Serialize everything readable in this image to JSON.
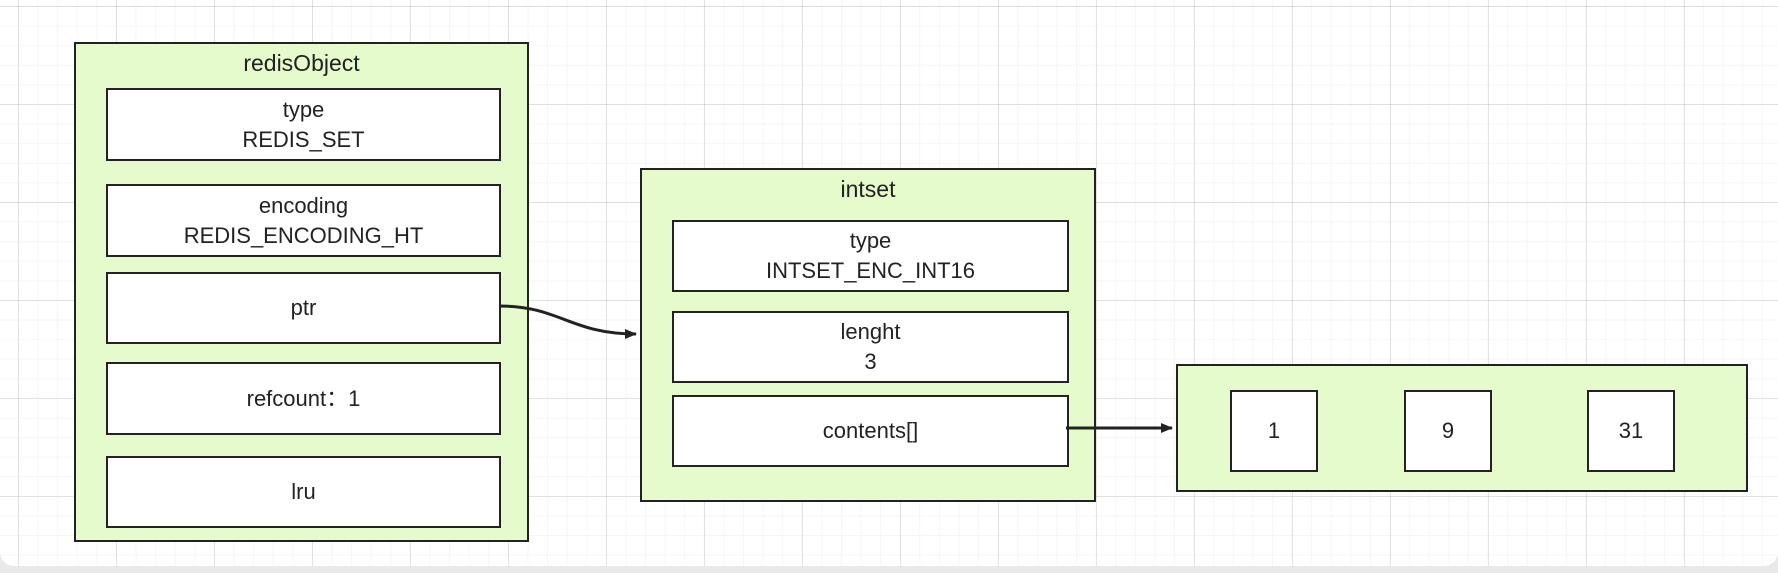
{
  "colors": {
    "box_fill": "#e6fbcb",
    "stroke": "#222222",
    "field_fill": "#ffffff"
  },
  "redis_object": {
    "title": "redisObject",
    "fields": {
      "type": {
        "name": "type",
        "value": "REDIS_SET"
      },
      "encoding": {
        "name": "encoding",
        "value": "REDIS_ENCODING_HT"
      },
      "ptr": {
        "name": "ptr"
      },
      "refcount": {
        "name": "refcount：1"
      },
      "lru": {
        "name": "lru"
      }
    }
  },
  "intset": {
    "title": "intset",
    "fields": {
      "type": {
        "name": "type",
        "value": "INTSET_ENC_INT16"
      },
      "length": {
        "name": "lenght",
        "value": "3"
      },
      "contents": {
        "name": "contents[]"
      }
    }
  },
  "contents_array": {
    "items": [
      "1",
      "9",
      "31"
    ]
  },
  "edges": [
    {
      "from": "ptr",
      "to": "intset"
    },
    {
      "from": "contents[]",
      "to": "contents_array"
    }
  ]
}
